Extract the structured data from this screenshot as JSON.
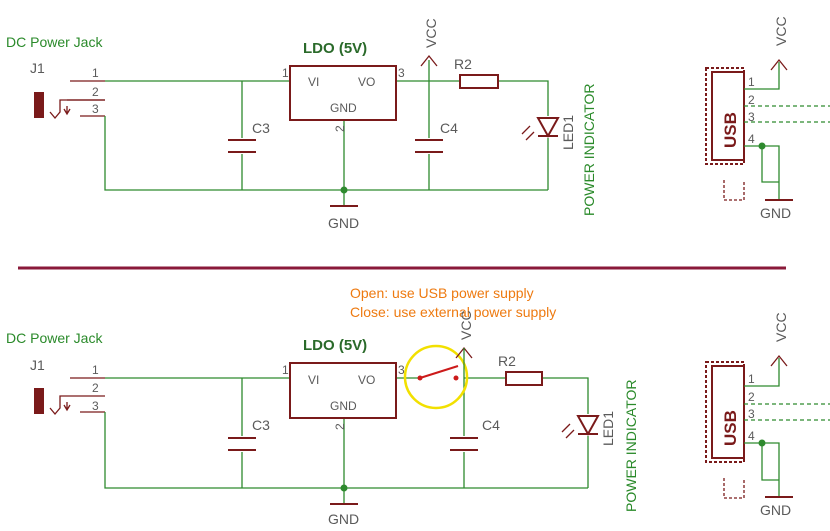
{
  "labels": {
    "dc_jack": "DC Power Jack",
    "j1": "J1",
    "ldo": "LDO (5V)",
    "vi": "VI",
    "vo": "VO",
    "gnd": "GND",
    "vcc": "VCC",
    "r2": "R2",
    "c3": "C3",
    "c4": "C4",
    "led1": "LED1",
    "power_indicator": "POWER INDICATOR",
    "usb": "USB",
    "pin1": "1",
    "pin2": "2",
    "pin3": "3",
    "pin4": "4"
  },
  "note": {
    "open": "Open: use USB power supply",
    "close": "Close: use external power supply"
  },
  "colors": {
    "wire": "#2e8a2e",
    "component": "#7a1a1a",
    "divider": "#8a1a3a",
    "highlight": "#f2e000",
    "note": "#ee7a10"
  }
}
